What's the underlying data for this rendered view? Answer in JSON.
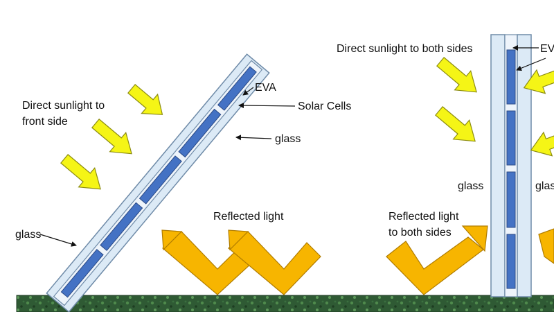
{
  "labels": {
    "left_direct": "Direct sunlight to",
    "left_direct_2": "front side",
    "left_eva": "EVA",
    "left_cells": "Solar Cells",
    "left_glass_right": "glass",
    "left_glass_left": "glass",
    "left_reflected": "Reflected light",
    "right_direct": "Direct sunlight to both sides",
    "right_eva": "EVA",
    "right_glass_left": "glass",
    "right_glass_right": "glass",
    "right_reflected": "Reflected light",
    "right_reflected_2": "to both sides"
  },
  "colors": {
    "sun_arrow": "#f5f516",
    "sun_arrow_stroke": "#8c8c12",
    "reflect_arrow": "#f7b500",
    "reflect_arrow_stroke": "#b07c00",
    "glass_fill": "#dceaf6",
    "glass_stroke": "#6f8ba8",
    "cell_fill": "#4472c4",
    "cell_stroke": "#2a4a86",
    "ground": "#2f5a34"
  }
}
